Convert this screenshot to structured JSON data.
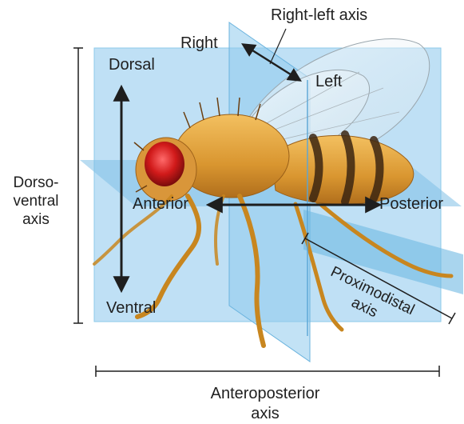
{
  "labels": {
    "dorsal": "Dorsal",
    "ventral": "Ventral",
    "right": "Right",
    "left": "Left",
    "right_left_axis": "Right-left axis",
    "anterior": "Anterior",
    "posterior": "Posterior",
    "dorsoventral_axis": "Dorso-\nventral\naxis",
    "anteroposterior_axis": "Anteroposterior\naxis",
    "proximodistal_axis": "Proximodistal\naxis"
  },
  "colors": {
    "plane_fill": "#a9d6f2",
    "plane_edge": "#7fc0e6",
    "fly_body": "#e0a23a",
    "fly_abdomen_stripe": "#3b2510",
    "fly_eye": "#d11a1a",
    "arrow": "#1e1e1e"
  }
}
